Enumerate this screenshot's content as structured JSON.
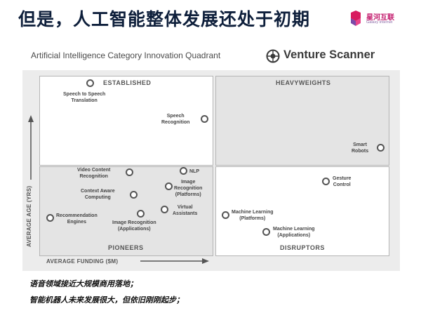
{
  "slide_title": "但是，人工智能整体发展还处于初期",
  "brand": {
    "name": "星河互联",
    "subtitle": "Galaxy Internet",
    "color": "#c2186b"
  },
  "chart_data": {
    "type": "scatter",
    "title": "Artificial Intelligence Category Innovation Quadrant",
    "source_logo": "Venture Scanner",
    "xlabel": "AVERAGE FUNDING ($M)",
    "ylabel": "AVERAGE AGE (YRS)",
    "quadrants": {
      "top_left": "ESTABLISHED",
      "top_right": "HEAVYWEIGHTS",
      "bottom_left": "PIONEERS",
      "bottom_right": "DISRUPTORS"
    },
    "categories": [
      "Speech to Speech\nTranslation",
      "Speech\nRecognition",
      "Smart\nRobots",
      "Video Content\nRecognition",
      "NLP",
      "Image\nRecognition\n(Platforms)",
      "Context Aware\nComputing",
      "Recommendation\nEngines",
      "Image Recognition\n(Applications)",
      "Virtual\nAssistants",
      "Gesture\nControl",
      "Machine Learning\n(Platforms)",
      "Machine Learning\n(Applications)"
    ]
  },
  "footnotes": [
    "语音领域接近大规模商用落地；",
    "智能机器人未来发展很大，但依旧刚刚起步；"
  ],
  "colors": {
    "title": "#0e1f3b",
    "bubble_stroke": "#555555",
    "panel_bg": "#ececec"
  }
}
